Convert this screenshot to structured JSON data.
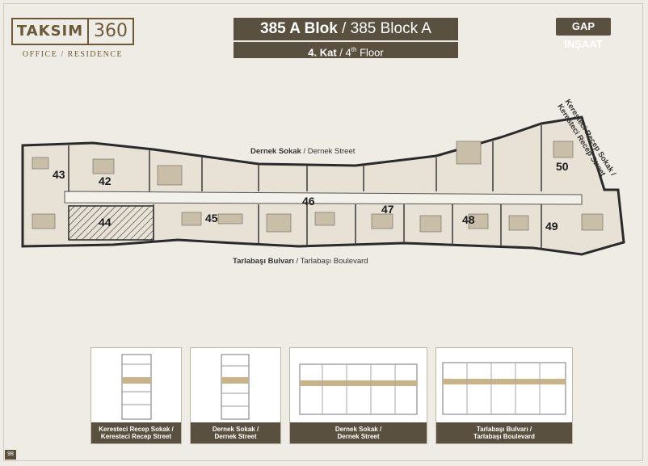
{
  "logo": {
    "left": "TAKSIM",
    "right": "360",
    "subtitle": "OFFICE / RESIDENCE"
  },
  "header": {
    "block_bold": "385 A Blok",
    "block_sep": " / ",
    "block_en": "385 Block A",
    "floor_bold": "4. Kat",
    "floor_sep": " / ",
    "floor_num": "4",
    "floor_sup": "th",
    "floor_en": " Floor"
  },
  "brand": "GAP İNŞAAT",
  "streets": {
    "north_bold": "Dernek Sokak",
    "north_en": " / Dernek Street",
    "south_bold": "Tarlabaşı Bulvarı",
    "south_en": " / Tarlabaşı Boulevard",
    "east_line1": "Keresteci Recep Sokak /",
    "east_line2": "Keresteci Recep Street"
  },
  "units": [
    "43",
    "42",
    "44",
    "45",
    "46",
    "47",
    "48",
    "49",
    "50"
  ],
  "thumbnails": [
    {
      "line1": "Keresteci Recep Sokak /",
      "line2": "Keresteci Recep Street"
    },
    {
      "line1": "Dernek Sokak /",
      "line2": "Dernek Street"
    },
    {
      "line1": "Dernek Sokak /",
      "line2": "Dernek Street"
    },
    {
      "line1": "Tarlabaşı Bulvarı /",
      "line2": "Tarlabaşı Boulevard"
    }
  ],
  "page_number": "98",
  "colors": {
    "accent": "#5a5040",
    "background": "#efece6",
    "wall": "#2a2a2a"
  }
}
